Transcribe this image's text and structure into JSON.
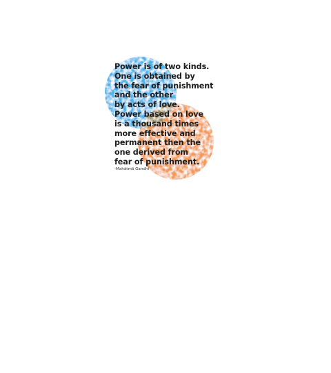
{
  "quote": {
    "lines": [
      "Power is of two kinds.",
      "One is obtained by",
      "the fear of punishment",
      "and the other",
      "by acts of love.",
      "Power based on love",
      "is a thousand times",
      "more effective and",
      "permanent then the",
      "one derived from",
      "fear of punishment."
    ],
    "author": "-Mahātmā Gandhi"
  },
  "colors": {
    "blue_circle": "#4fb3ea",
    "orange_circle": "#f29a57",
    "overlap": "#9e8a5d",
    "text": "#1c1c1c",
    "background": "#ffffff"
  }
}
